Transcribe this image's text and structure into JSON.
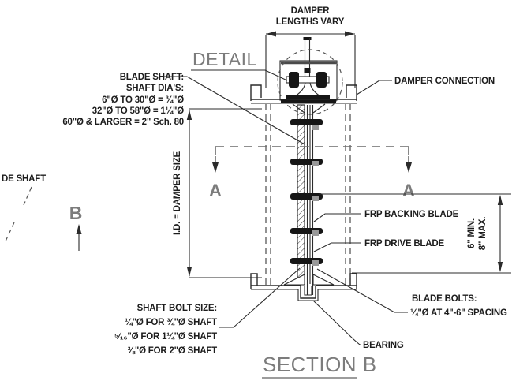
{
  "drawing": {
    "top_dim": {
      "l1": "DAMPER",
      "l2": "LENGTHS VARY"
    },
    "detail_label": "DETAIL",
    "blade_shaft_note": {
      "l1": "BLADE SHAFT:",
      "l2": "SHAFT DIA'S:",
      "l3": "6\"Ø TO 30\"Ø = ¾\"Ø",
      "l4": "32\"Ø TO 58\"Ø = 1¼\"Ø",
      "l5": "60\"Ø & LARGER = 2\" Sch. 80"
    },
    "damper_connection_label": "DAMPER CONNECTION",
    "side_label": "DE SHAFT",
    "section_b_marker": "B",
    "id_dim_label": "I.D. = DAMPER SIZE",
    "cut_a_left": "A",
    "cut_a_right": "A",
    "frp_backing_label": "FRP BACKING BLADE",
    "frp_drive_label": "FRP DRIVE BLADE",
    "right_dim": {
      "l1": "6\" MIN.",
      "l2": "8\" MAX."
    },
    "shaft_bolt_note": {
      "l1": "SHAFT BOLT SIZE:",
      "l2": "¼\"Ø FOR ¾\"Ø SHAFT",
      "l3": "⁵⁄₁₆\"Ø FOR 1¼\"Ø SHAFT",
      "l4": "⅜\"Ø FOR 2\"Ø SHAFT"
    },
    "blade_bolts_note": {
      "l1": "BLADE BOLTS:",
      "l2": "¼\"Ø AT 4\"-6\" SPACING"
    },
    "bearing_label": "BEARING",
    "section_title": "SECTION B"
  },
  "colors": {
    "line": "#2b2b2b",
    "gray_text": "#7c7c7c",
    "nut": "#999999"
  }
}
